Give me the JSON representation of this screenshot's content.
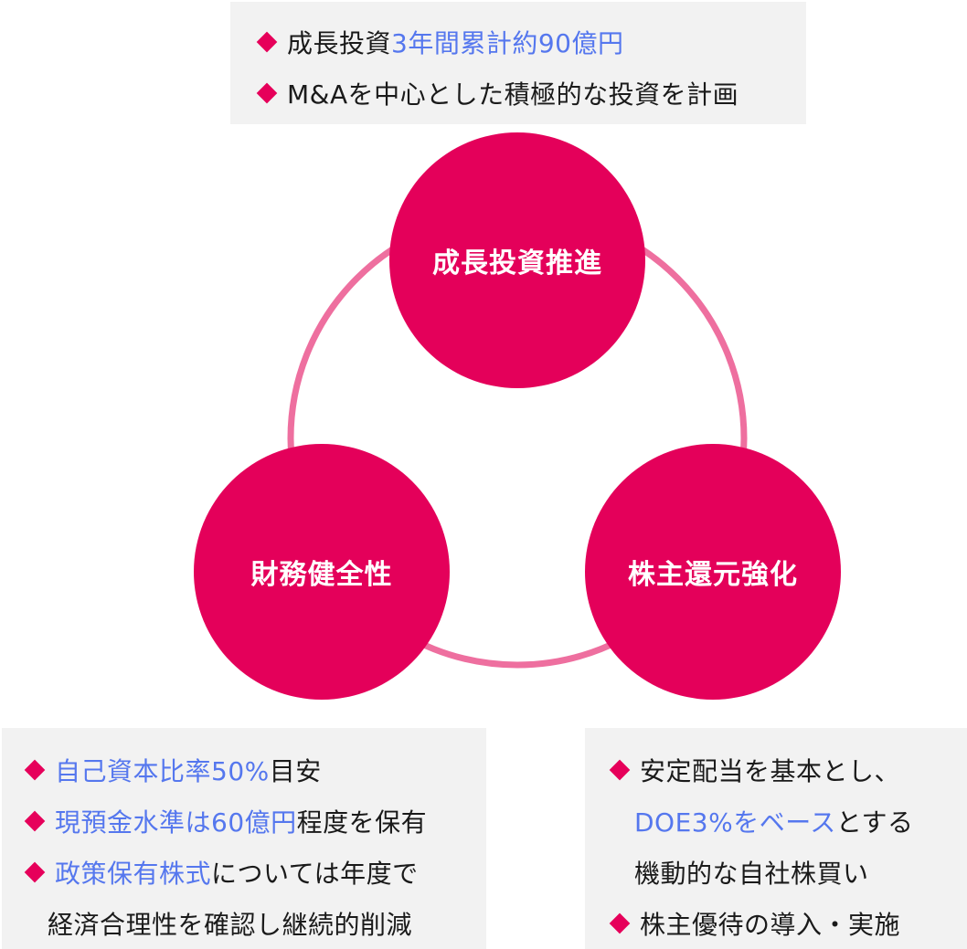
{
  "diagram": {
    "circles": {
      "top": "成長投資推進",
      "left": "財務健全性",
      "right": "株主還元強化"
    },
    "colors": {
      "circle": "#e4005a",
      "ring": "#ee6f9f",
      "bullet": "#e6005a",
      "highlight": "#5577ee",
      "box_bg": "#f2f2f2"
    }
  },
  "top_box": {
    "line1": {
      "text": "成長投資",
      "highlight": "3年間累計約90億円"
    },
    "line2": {
      "text": "M&Aを中心とした積極的な投資を計画"
    }
  },
  "left_box": {
    "line1": {
      "highlight": "自己資本比率50%",
      "text": "目安"
    },
    "line2": {
      "highlight": "現預金水準は60億円",
      "text": "程度を保有"
    },
    "line3": {
      "highlight": "政策保有株式",
      "text": "については年度で"
    },
    "line4": {
      "text": "経済合理性を確認し継続的削減"
    }
  },
  "right_box": {
    "line1": {
      "text": "安定配当を基本とし、"
    },
    "line2": {
      "highlight": "DOE3%をベース",
      "text": "とする"
    },
    "line3": {
      "text": "機動的な自社株買い"
    },
    "line4": {
      "text": "株主優待の導入・実施"
    }
  }
}
